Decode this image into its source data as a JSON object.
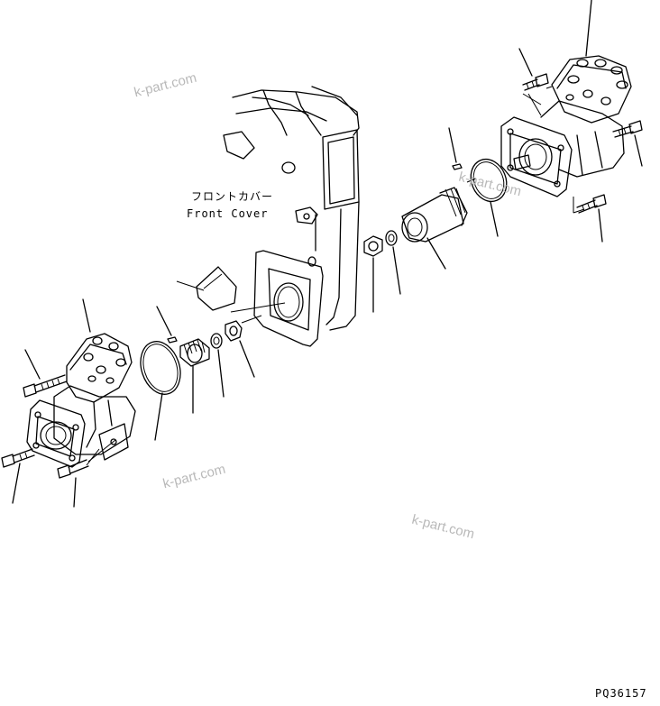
{
  "labels": {
    "front_cover_jp": "フロントカバー",
    "front_cover_en": "Front Cover",
    "drawing_code": "PQ36157"
  },
  "watermarks": [
    "k-part.com",
    "k-part.com",
    "k-part.com",
    "k-part.com"
  ]
}
